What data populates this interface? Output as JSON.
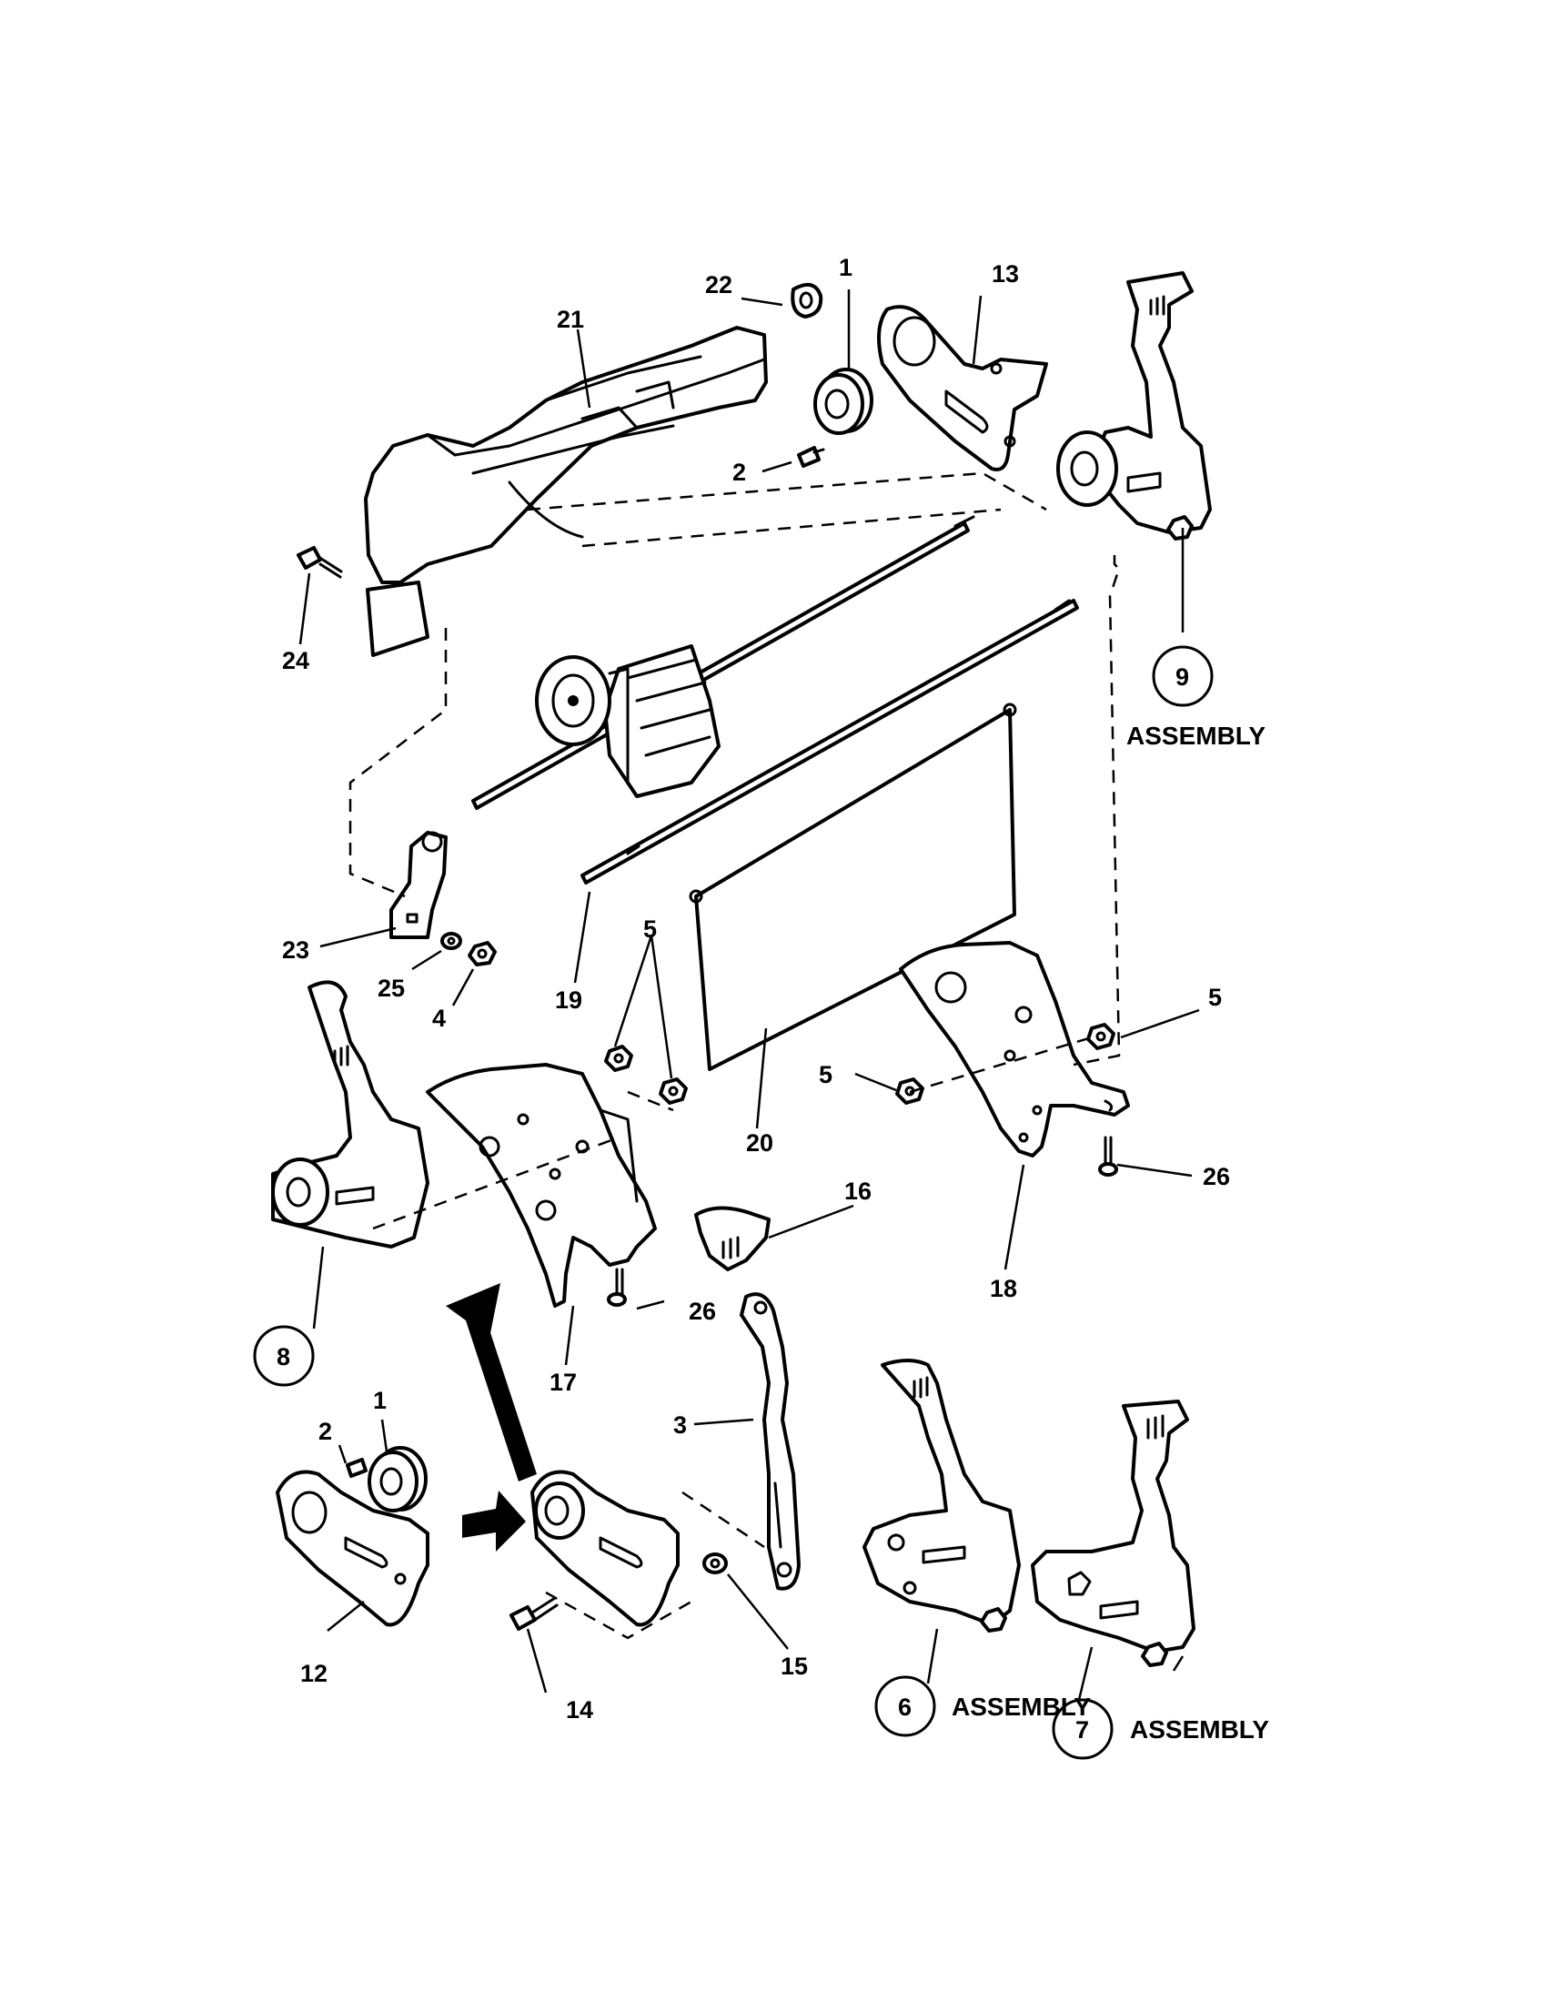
{
  "diagram": {
    "callouts": [
      {
        "id": "c1a",
        "text": "1"
      },
      {
        "id": "c1b",
        "text": "1"
      },
      {
        "id": "c2a",
        "text": "2"
      },
      {
        "id": "c2b",
        "text": "2"
      },
      {
        "id": "c3",
        "text": "3"
      },
      {
        "id": "c4",
        "text": "4"
      },
      {
        "id": "c5a",
        "text": "5"
      },
      {
        "id": "c5b",
        "text": "5"
      },
      {
        "id": "c5c",
        "text": "5"
      },
      {
        "id": "c12",
        "text": "12"
      },
      {
        "id": "c13",
        "text": "13"
      },
      {
        "id": "c14",
        "text": "14"
      },
      {
        "id": "c15",
        "text": "15"
      },
      {
        "id": "c16",
        "text": "16"
      },
      {
        "id": "c17",
        "text": "17"
      },
      {
        "id": "c18",
        "text": "18"
      },
      {
        "id": "c19",
        "text": "19"
      },
      {
        "id": "c20",
        "text": "20"
      },
      {
        "id": "c21",
        "text": "21"
      },
      {
        "id": "c22",
        "text": "22"
      },
      {
        "id": "c23",
        "text": "23"
      },
      {
        "id": "c24",
        "text": "24"
      },
      {
        "id": "c25",
        "text": "25"
      },
      {
        "id": "c26a",
        "text": "26"
      },
      {
        "id": "c26b",
        "text": "26"
      }
    ],
    "assemblies": [
      {
        "id": "a6",
        "number": "6",
        "label": "ASSEMBLY"
      },
      {
        "id": "a7",
        "number": "7",
        "label": "ASSEMBLY"
      },
      {
        "id": "a8",
        "number": "8",
        "label": ""
      },
      {
        "id": "a9",
        "number": "9",
        "label": "ASSEMBLY"
      }
    ]
  }
}
